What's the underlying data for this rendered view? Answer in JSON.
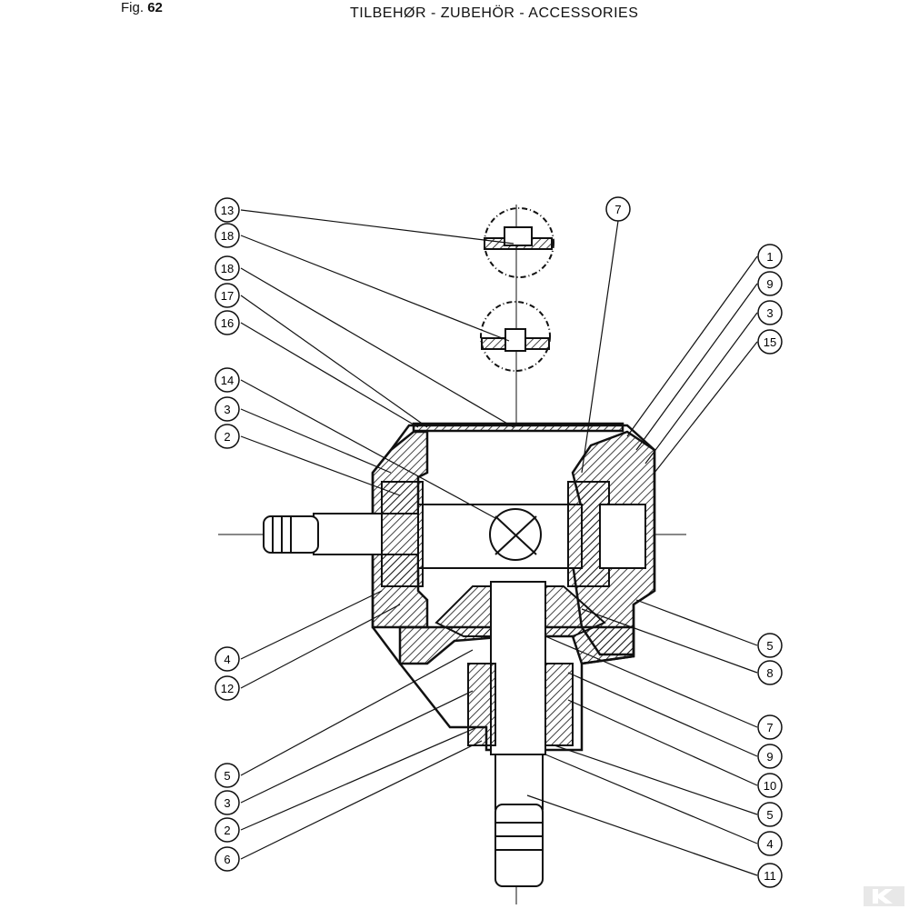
{
  "header": {
    "fig_prefix": "Fig.",
    "fig_number": "62",
    "title": "TILBEHØR - ZUBEHÖR - ACCESSORIES"
  },
  "callouts_left": [
    "13",
    "18",
    "18",
    "17",
    "16",
    "14",
    "3",
    "2",
    "4",
    "12",
    "5",
    "3",
    "2",
    "6"
  ],
  "callouts_right": [
    "7",
    "1",
    "9",
    "3",
    "15",
    "5",
    "8",
    "7",
    "9",
    "10",
    "5",
    "4",
    "11"
  ],
  "logo": {
    "text": "K",
    "color": "#cccccc"
  }
}
